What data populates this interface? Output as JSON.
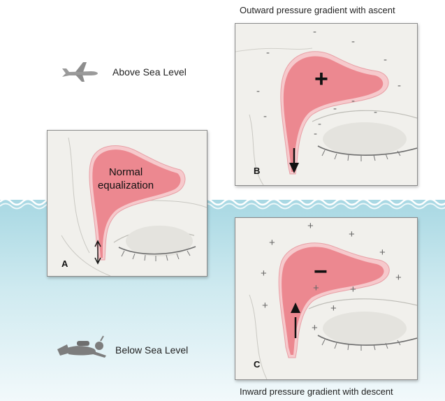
{
  "captions": {
    "top": "Outward pressure gradient with ascent",
    "bottom": "Inward pressure gradient with descent"
  },
  "levels": {
    "above": "Above Sea Level",
    "below": "Below Sea Level"
  },
  "panels": {
    "a": {
      "letter": "A",
      "label_line1": "Normal",
      "label_line2": "equalization"
    },
    "b": {
      "letter": "B",
      "center_sign": "+",
      "outside_sign": "-"
    },
    "c": {
      "letter": "C",
      "center_sign": "−",
      "outside_sign": "+"
    }
  },
  "colors": {
    "sinus_fill": "#ec8890",
    "sinus_rim": "#f6c9cc",
    "water_top": "#a8d8e3",
    "panel_bg": "#f1f0ec"
  },
  "icons": {
    "above": "airplane-icon",
    "below": "scuba-diver-icon"
  }
}
